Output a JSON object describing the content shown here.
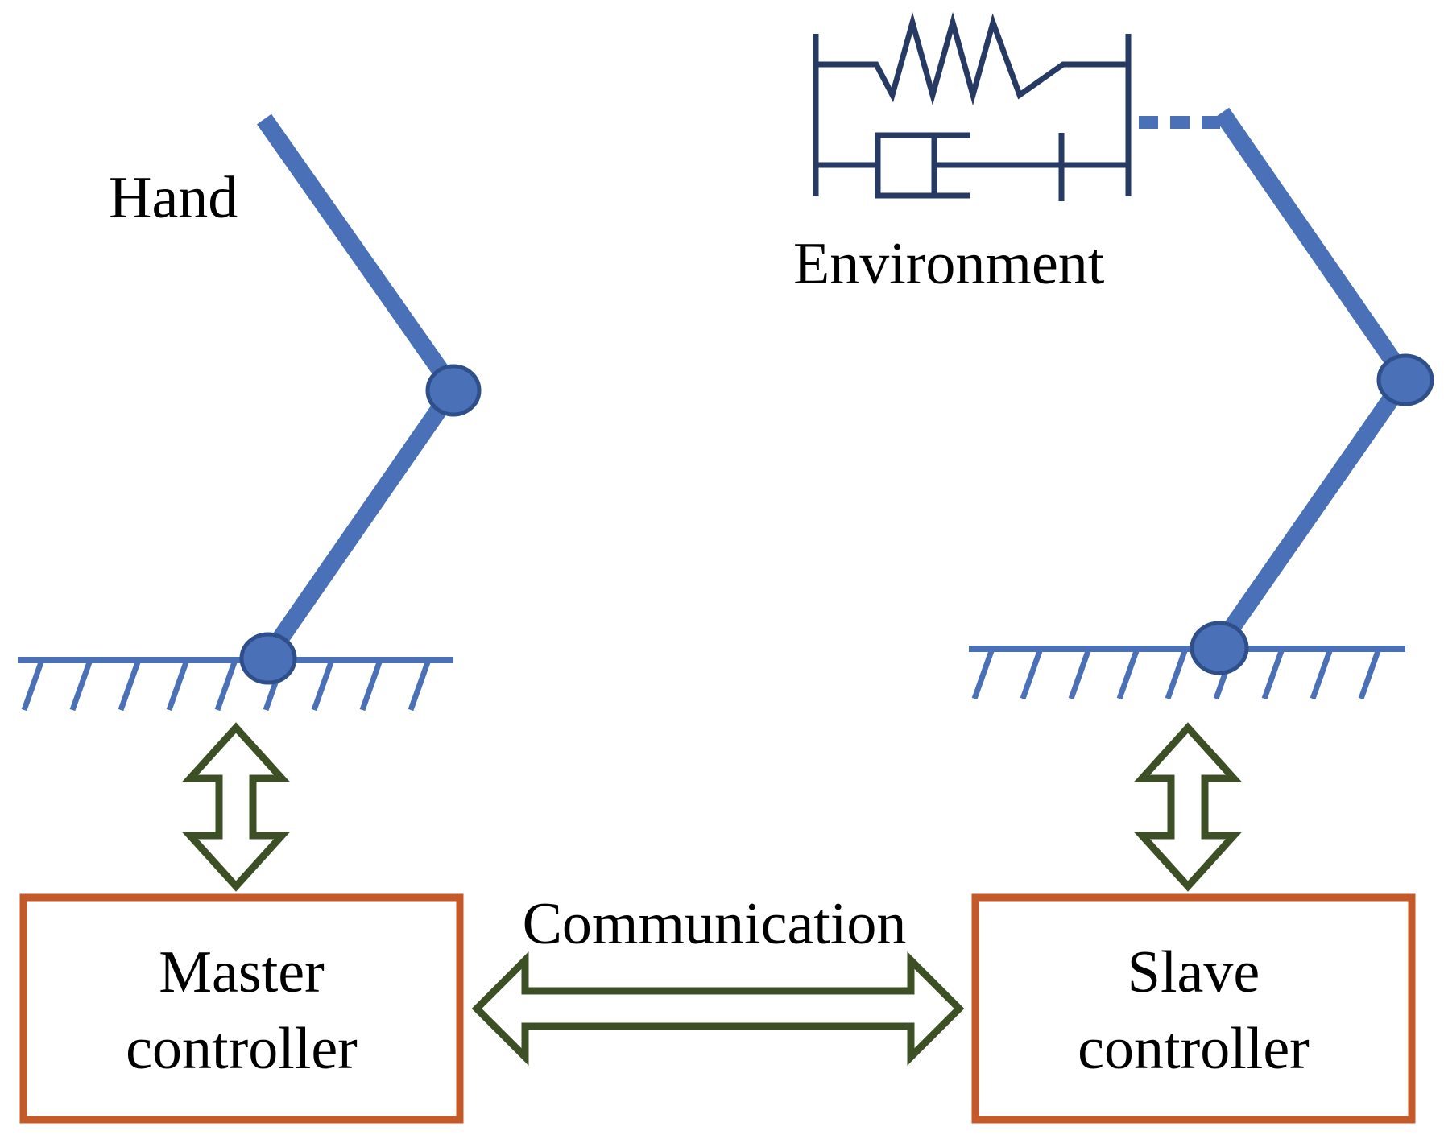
{
  "labels": {
    "hand": "Hand",
    "environment": "Environment",
    "communication": "Communication",
    "master_line1": "Master",
    "master_line2": "controller",
    "slave_line1": "Slave",
    "slave_line2": "controller"
  },
  "colors": {
    "link": "#4a70b7",
    "joint_outline": "#2e4f8a",
    "environment": "#263a63",
    "arrow": "#3d5025",
    "box_border": "#c55a28",
    "text": "#000000"
  }
}
